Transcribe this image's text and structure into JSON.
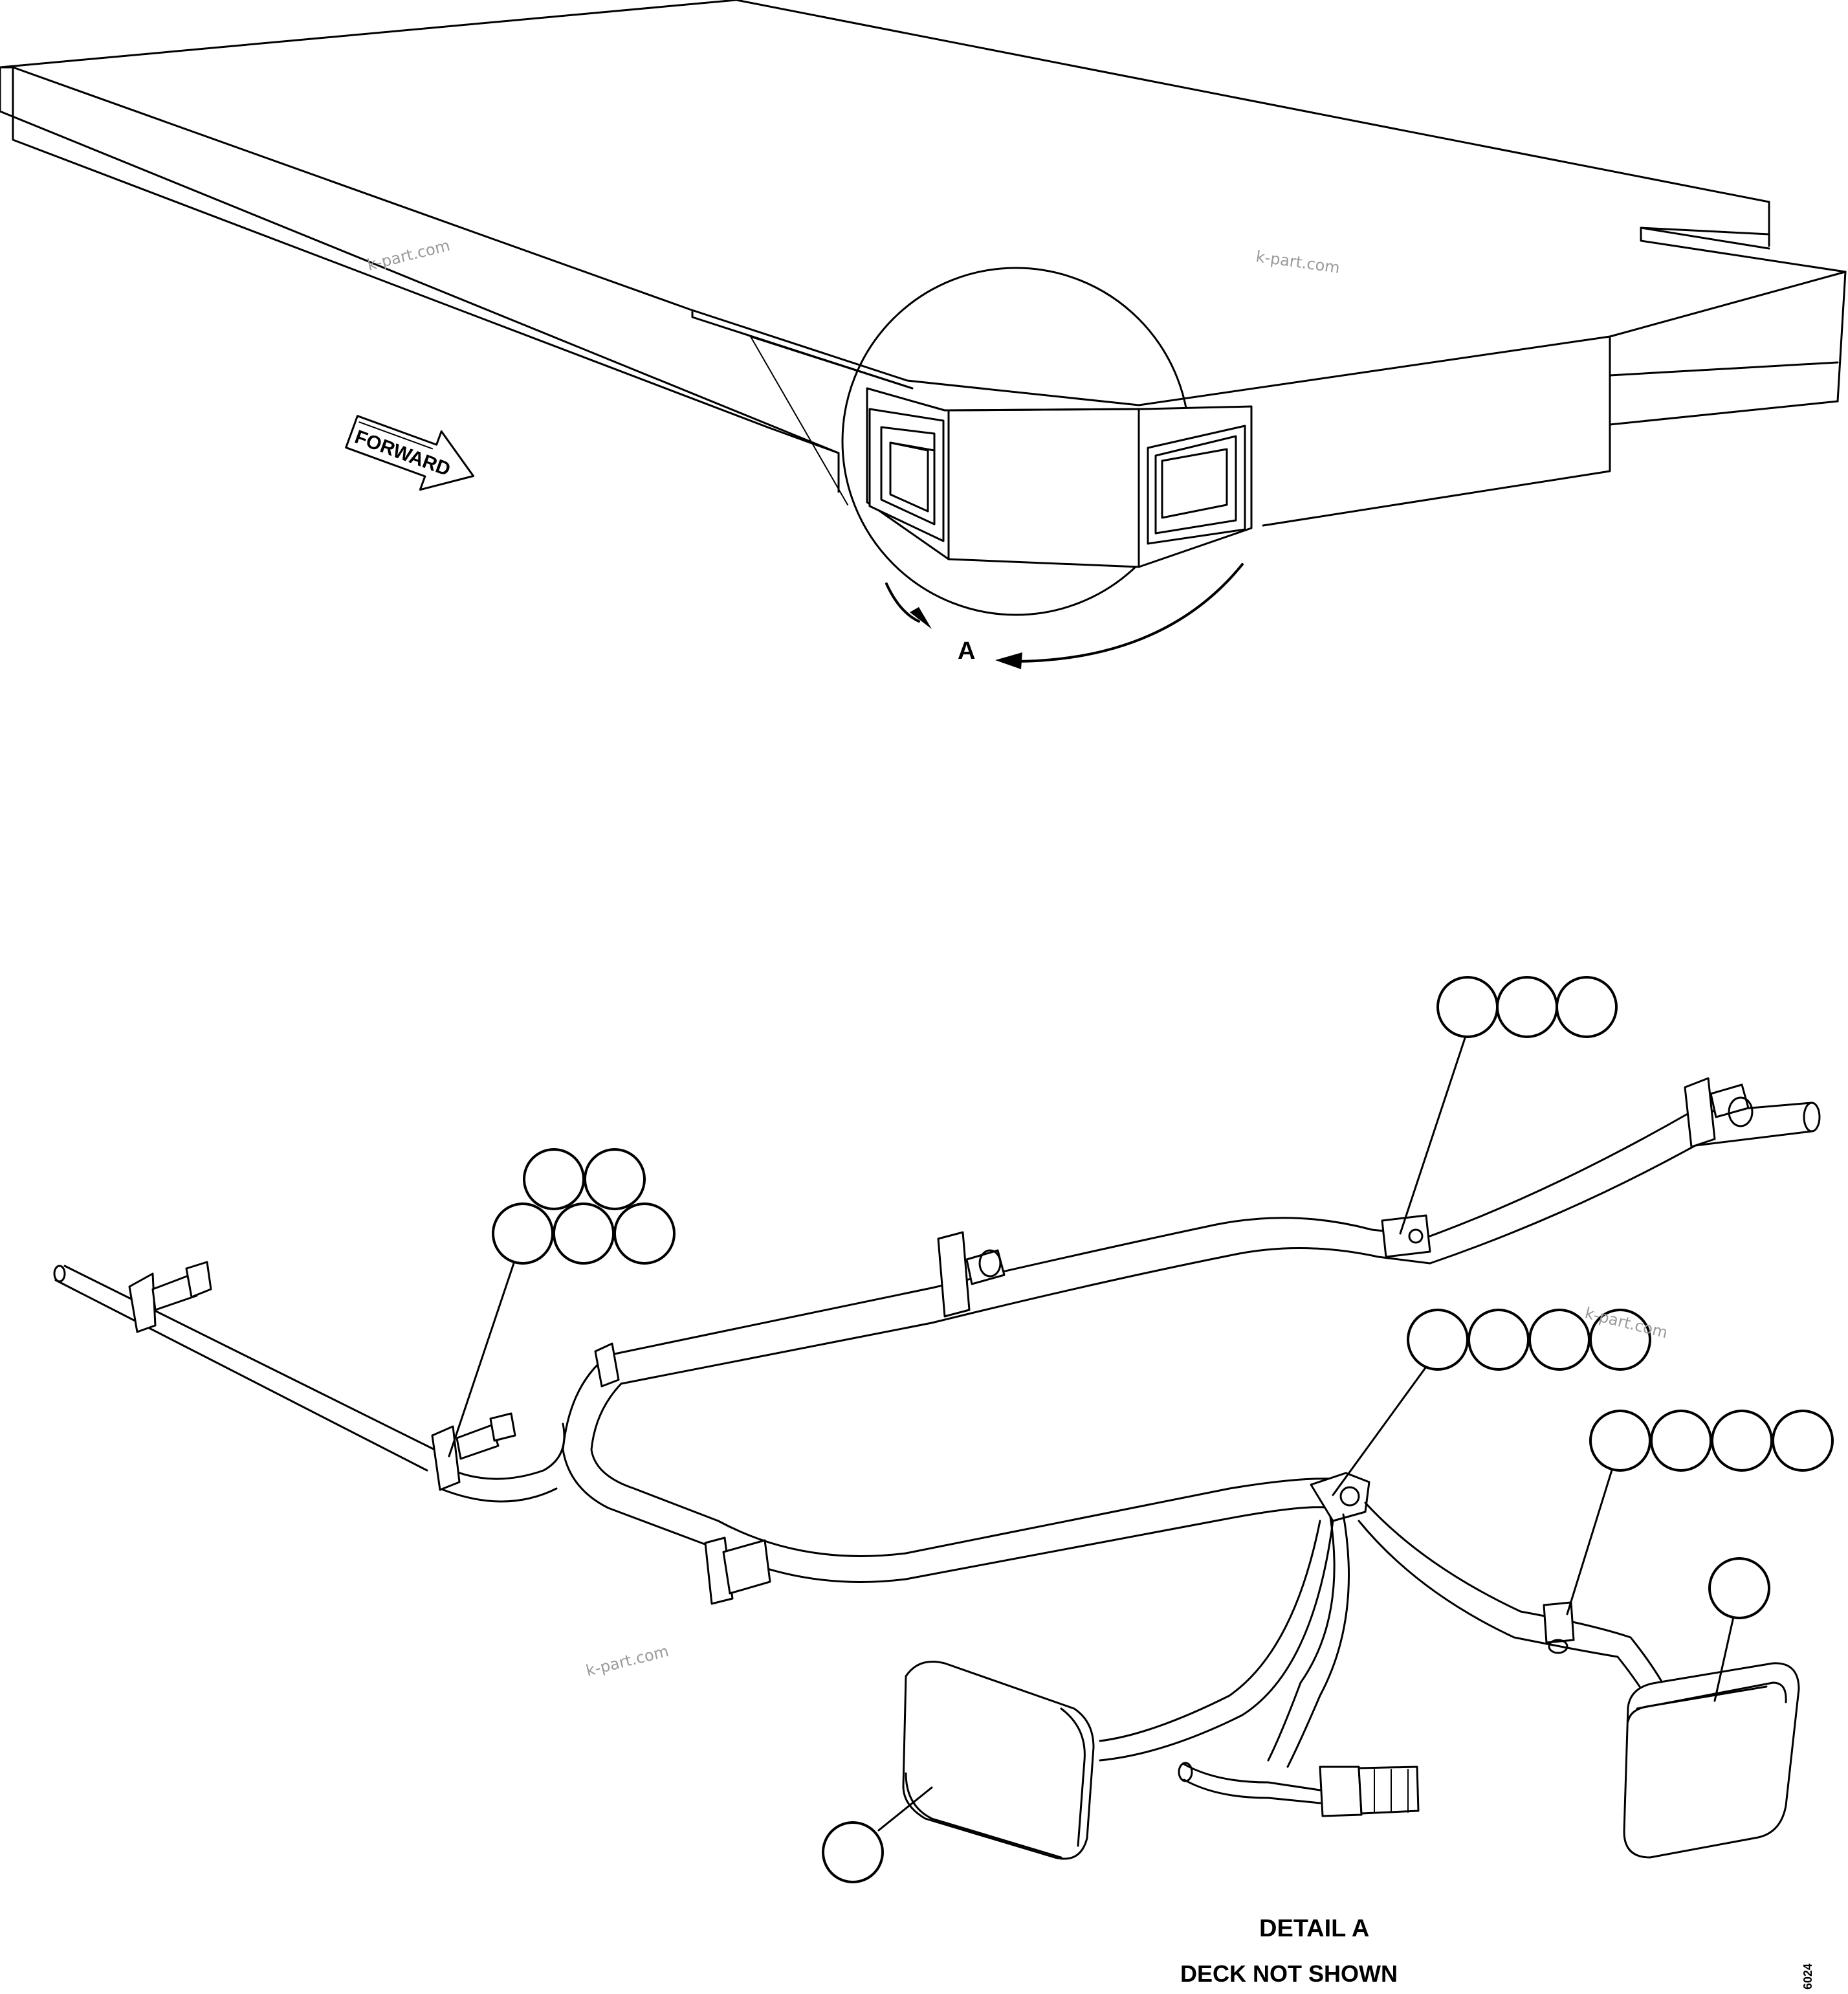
{
  "labels": {
    "forward": "FORWARD",
    "view_letter": "A",
    "detail_title": "DETAIL A",
    "deck_note": "DECK NOT SHOWN",
    "figure_code": "6024"
  },
  "watermarks": [
    "k-part.com",
    "k-part.com",
    "k-part.com",
    "k-part.com"
  ],
  "callout_groups": [
    {
      "name": "callout-group-top-right",
      "count": 3
    },
    {
      "name": "callout-group-left",
      "count": 5
    },
    {
      "name": "callout-group-middle-right",
      "count": 4
    },
    {
      "name": "callout-group-right",
      "count": 4
    },
    {
      "name": "callout-single-right-lamp",
      "count": 1
    },
    {
      "name": "callout-single-left-lamp",
      "count": 1
    }
  ]
}
